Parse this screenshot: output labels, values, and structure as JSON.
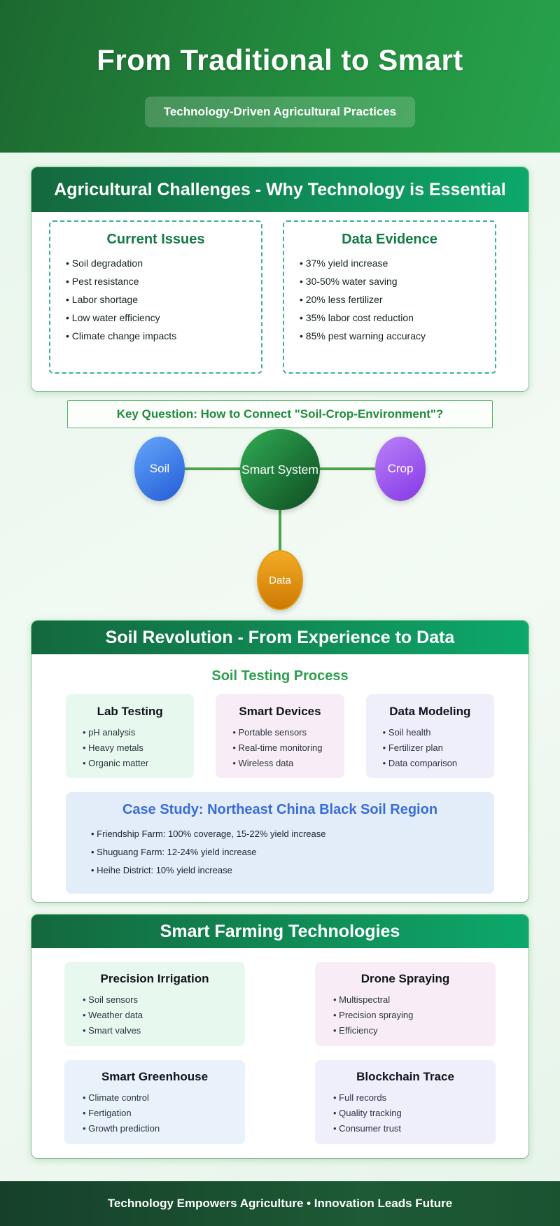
{
  "header": {
    "title": "From Traditional to Smart",
    "subtitle": "Technology-Driven Agricultural Practices"
  },
  "challenges": {
    "title": "Agricultural Challenges - Why Technology is Essential",
    "boxes": [
      {
        "title": "Current Issues",
        "items": [
          "Soil degradation",
          "Pest resistance",
          "Labor shortage",
          "Low water efficiency",
          "Climate change impacts"
        ]
      },
      {
        "title": "Data Evidence",
        "items": [
          "37% yield increase",
          "30-50% water saving",
          "20% less fertilizer",
          "35% labor cost reduction",
          "85% pest warning accuracy"
        ]
      }
    ]
  },
  "key_question": "Key Question: How to Connect \"Soil-Crop-Environment\"?",
  "diagram": {
    "center": {
      "label": "Smart System",
      "color": "#1f7a38"
    },
    "nodes": [
      {
        "label": "Soil",
        "color": "#3b78e7"
      },
      {
        "label": "Crop",
        "color": "#9a55ee"
      },
      {
        "label": "Data",
        "color": "#e89410"
      }
    ],
    "connector_color": "#4fa24f"
  },
  "soil_revolution": {
    "title": "Soil Revolution - From Experience to Data",
    "subtitle": "Soil Testing Process",
    "cards": [
      {
        "title": "Lab Testing",
        "items": [
          "pH analysis",
          "Heavy metals",
          "Organic matter"
        ]
      },
      {
        "title": "Smart Devices",
        "items": [
          "Portable sensors",
          "Real-time monitoring",
          "Wireless data"
        ]
      },
      {
        "title": "Data Modeling",
        "items": [
          "Soil health",
          "Fertilizer plan",
          "Data comparison"
        ]
      }
    ],
    "case_study": {
      "title": "Case Study: Northeast China Black Soil Region",
      "items": [
        "Friendship Farm: 100% coverage, 15-22% yield increase",
        "Shuguang Farm: 12-24% yield increase",
        "Heihe District: 10% yield increase"
      ]
    }
  },
  "smart_farming": {
    "title": "Smart Farming Technologies",
    "cards": [
      {
        "title": "Precision Irrigation",
        "items": [
          "Soil sensors",
          "Weather data",
          "Smart valves"
        ]
      },
      {
        "title": "Drone Spraying",
        "items": [
          "Multispectral",
          "Precision spraying",
          "Efficiency"
        ]
      },
      {
        "title": "Smart Greenhouse",
        "items": [
          "Climate control",
          "Fertigation",
          "Growth prediction"
        ]
      },
      {
        "title": "Blockchain Trace",
        "items": [
          "Full records",
          "Quality tracking",
          "Consumer trust"
        ]
      }
    ]
  },
  "footer": {
    "text": "Technology Empowers Agriculture • Innovation Leads Future"
  },
  "colors": {
    "header_gradient": [
      "#1d6830",
      "#27a24d"
    ],
    "section_bar_gradient": [
      "#14683e",
      "#0da86b"
    ],
    "page_background": "#eaf6ee",
    "dashed_border": "#3cb394",
    "green_title": "#157a45",
    "key_question_green": "#1e8b3d",
    "case_study_blue": "#3a6cd4",
    "footer_gradient": [
      "#16402a",
      "#1d5a35"
    ]
  }
}
